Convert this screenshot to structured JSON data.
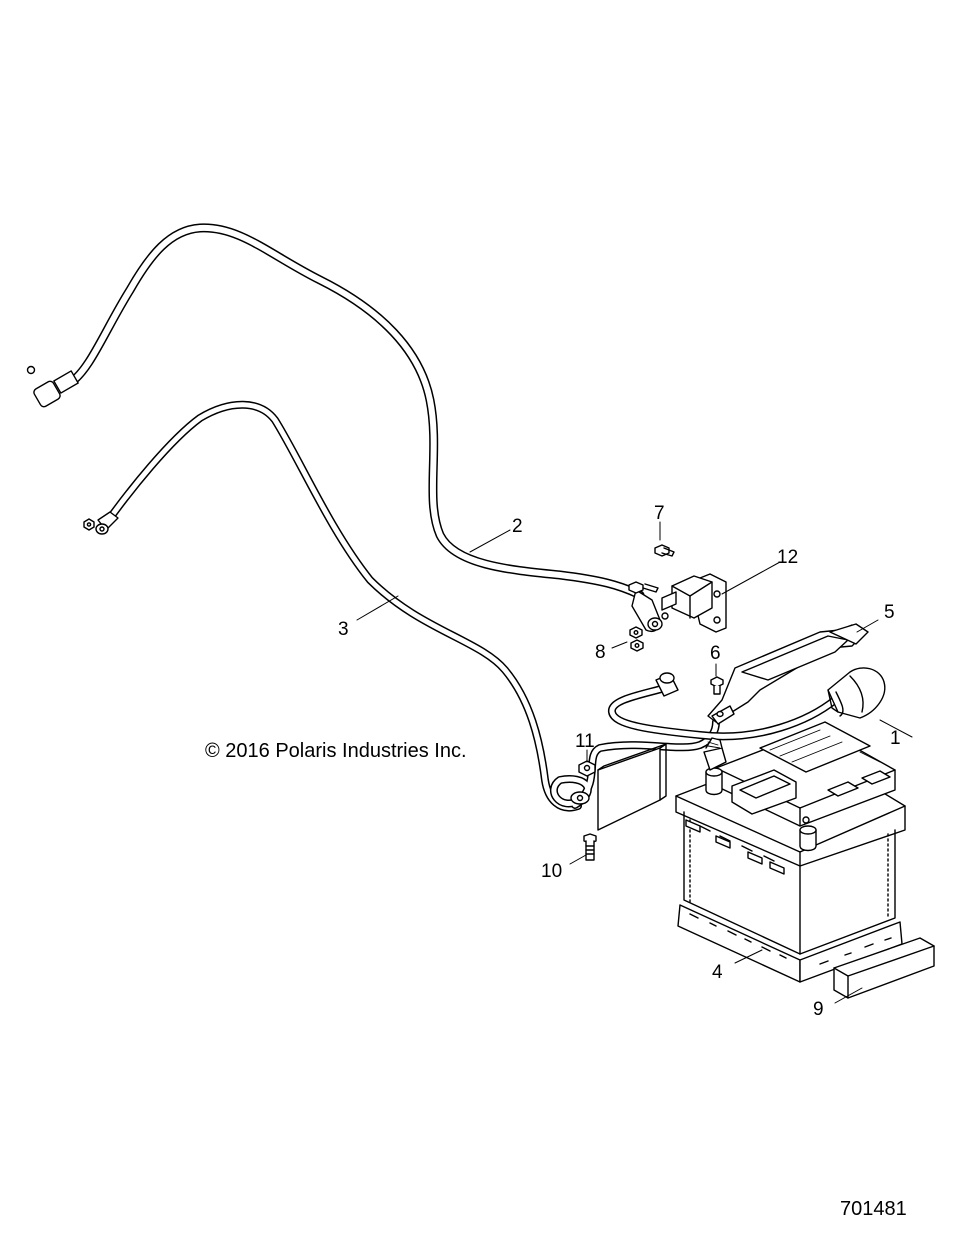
{
  "copyright": "© 2016 Polaris Industries Inc.",
  "diagram_id": "701481",
  "callouts": [
    {
      "label": "1"
    },
    {
      "label": "2"
    },
    {
      "label": "3"
    },
    {
      "label": "4"
    },
    {
      "label": "5"
    },
    {
      "label": "6"
    },
    {
      "label": "7"
    },
    {
      "label": "8"
    },
    {
      "label": "9"
    },
    {
      "label": "10"
    },
    {
      "label": "11"
    },
    {
      "label": "12"
    }
  ]
}
